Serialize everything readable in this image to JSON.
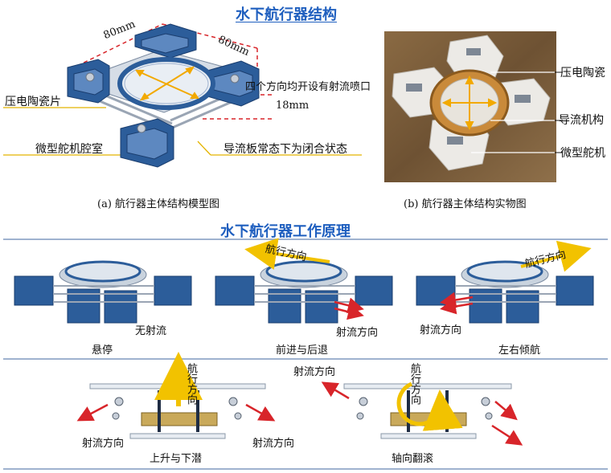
{
  "sections": {
    "structure_title": "水下航行器结构",
    "principle_title": "水下航行器工作原理"
  },
  "figure_a": {
    "caption": "(a) 航行器主体结构模型图",
    "dim_width": "80mm",
    "dim_depth": "80mm",
    "dim_height": "18mm",
    "label_nozzle": "四个方向均开设有射流喷口",
    "label_piezo": "压电陶瓷片",
    "label_servo_cavity": "微型舵机腔室",
    "label_deflector": "导流板常态下为闭合状态"
  },
  "figure_b": {
    "caption": "(b)  航行器主体结构实物图",
    "label_piezo": "压电陶瓷",
    "label_deflector": "导流机构",
    "label_servo": "微型舵机"
  },
  "modes": {
    "hover": {
      "title": "悬停",
      "note": "无射流"
    },
    "forward": {
      "title": "前进与后退",
      "nav": "航行方向",
      "jet": "射流方向"
    },
    "tilt": {
      "title": "左右倾航",
      "nav": "航行方向",
      "jet": "射流方向"
    },
    "rise": {
      "title": "上升与下潜",
      "nav": "航行方向",
      "jet_left": "射流方向",
      "jet_right": "射流方向"
    },
    "roll": {
      "title": "轴向翻滚",
      "nav": "航行方向",
      "jet": "射流方向"
    }
  },
  "colors": {
    "title_blue": "#1f5fbf",
    "body_blue": "#2c5d9a",
    "jet_red": "#d8252a",
    "nav_yellow": "#f2c200",
    "leader_line": "#e4b400"
  }
}
